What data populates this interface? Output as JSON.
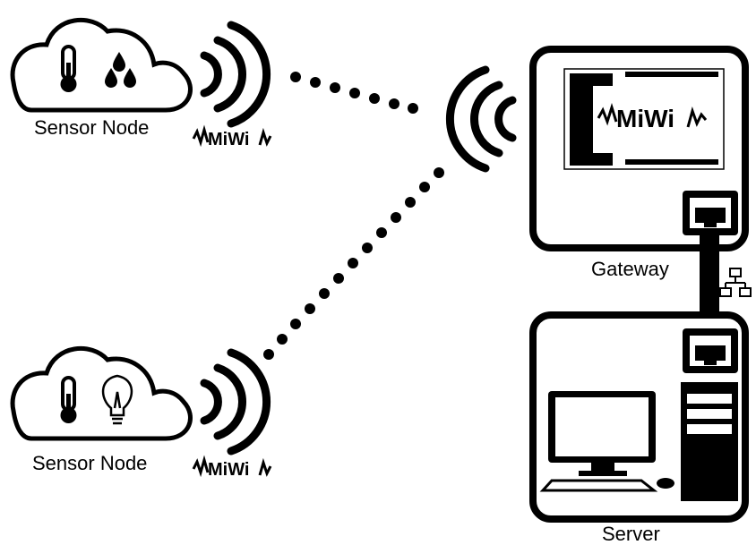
{
  "nodes": {
    "top": {
      "label": "Sensor Node",
      "logo": "MiWi",
      "icons": [
        "thermometer-icon",
        "water-drops-icon"
      ]
    },
    "bottom": {
      "label": "Sensor Node",
      "logo": "MiWi",
      "icons": [
        "thermometer-icon",
        "lightbulb-icon"
      ]
    }
  },
  "gateway": {
    "label": "Gateway",
    "module_logo": "MiWi",
    "icon": "ethernet-port-icon"
  },
  "server": {
    "label": "Server",
    "icons": [
      "ethernet-port-icon",
      "desktop-computer-icon"
    ]
  },
  "link": {
    "icon": "network-icon"
  },
  "colors": {
    "ink": "#000000",
    "paper": "#ffffff"
  }
}
